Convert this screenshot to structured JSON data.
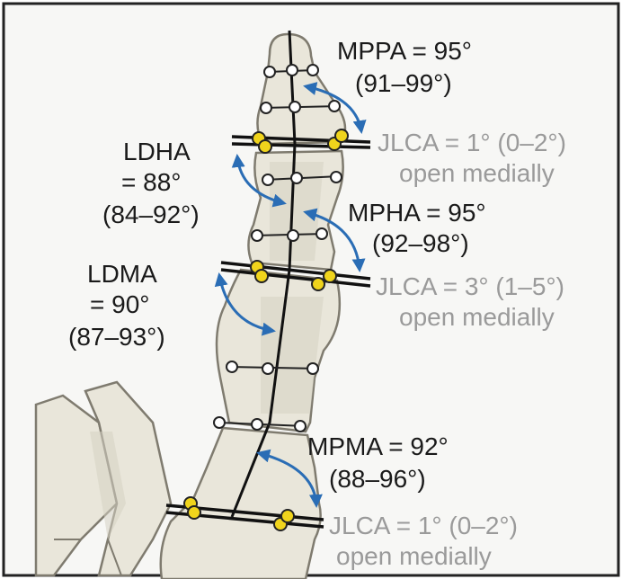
{
  "labels": {
    "mppa": {
      "line1": "MPPA = 95°",
      "line2": "(91–99°)"
    },
    "ldha": {
      "line1": "LDHA",
      "line2": "= 88°",
      "line3": "(84–92°)"
    },
    "jlca_top": {
      "line1": "JLCA = 1° (0–2°)",
      "line2": "open medially"
    },
    "mpha": {
      "line1": "MPHA = 95°",
      "line2": "(92–98°)"
    },
    "ldma": {
      "line1": "LDMA",
      "line2": "= 90°",
      "line3": "(87–93°)"
    },
    "jlca_mid": {
      "line1": "JLCA = 3° (1–5°)",
      "line2": "open medially"
    },
    "mpma": {
      "line1": "MPMA = 92°",
      "line2": "(88–96°)"
    },
    "jlca_bottom": {
      "line1": "JLCA = 1° (0–2°)",
      "line2": "open medially"
    }
  },
  "colors": {
    "bone_fill": "#e9e6da",
    "bone_outline": "#7f7b6f",
    "arrow_blue": "#2a6db5",
    "joint_marker_yellow": "#f0d41c",
    "label_dark": "#1a1a1a",
    "label_grey": "#9a9a9a"
  }
}
